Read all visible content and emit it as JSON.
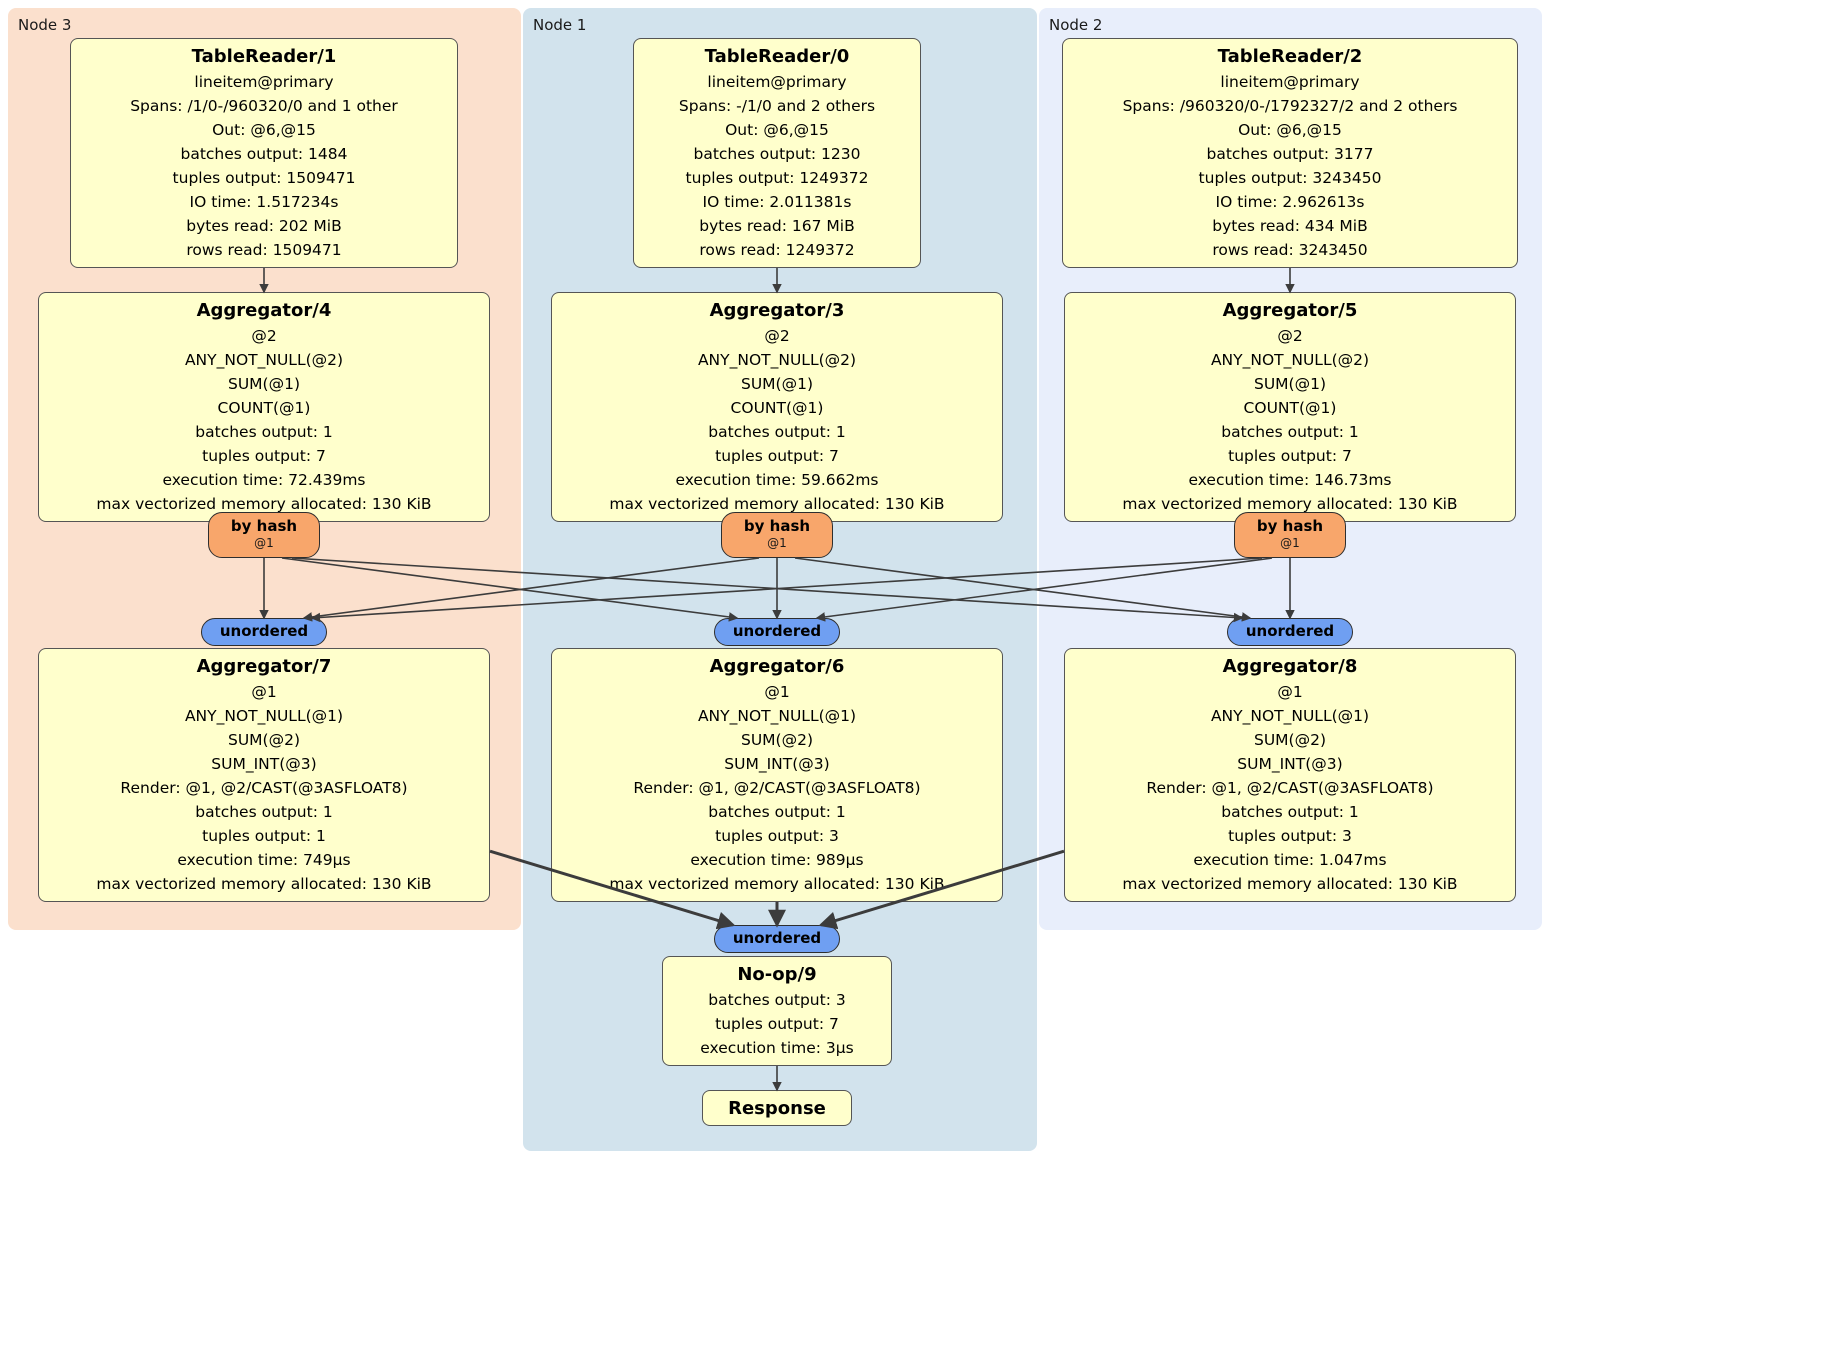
{
  "panels": {
    "node3": {
      "label": "Node 3"
    },
    "node1": {
      "label": "Node 1"
    },
    "node2": {
      "label": "Node 2"
    }
  },
  "boxes": {
    "tr1": {
      "title": "TableReader/1",
      "lines": [
        "lineitem@primary",
        "Spans: /1/0-/960320/0 and 1 other",
        "Out: @6,@15",
        "batches output: 1484",
        "tuples output: 1509471",
        "IO time: 1.517234s",
        "bytes read: 202 MiB",
        "rows read: 1509471"
      ]
    },
    "agg4": {
      "title": "Aggregator/4",
      "lines": [
        "@2",
        "ANY_NOT_NULL(@2)",
        "SUM(@1)",
        "COUNT(@1)",
        "batches output: 1",
        "tuples output: 7",
        "execution time: 72.439ms",
        "max vectorized memory allocated: 130 KiB"
      ]
    },
    "agg7": {
      "title": "Aggregator/7",
      "lines": [
        "@1",
        "ANY_NOT_NULL(@1)",
        "SUM(@2)",
        "SUM_INT(@3)",
        "Render: @1, @2/CAST(@3ASFLOAT8)",
        "batches output: 1",
        "tuples output: 1",
        "execution time: 749µs",
        "max vectorized memory allocated: 130 KiB"
      ]
    },
    "tr0": {
      "title": "TableReader/0",
      "lines": [
        "lineitem@primary",
        "Spans: -/1/0 and 2 others",
        "Out: @6,@15",
        "batches output: 1230",
        "tuples output: 1249372",
        "IO time: 2.011381s",
        "bytes read: 167 MiB",
        "rows read: 1249372"
      ]
    },
    "agg3": {
      "title": "Aggregator/3",
      "lines": [
        "@2",
        "ANY_NOT_NULL(@2)",
        "SUM(@1)",
        "COUNT(@1)",
        "batches output: 1",
        "tuples output: 7",
        "execution time: 59.662ms",
        "max vectorized memory allocated: 130 KiB"
      ]
    },
    "agg6": {
      "title": "Aggregator/6",
      "lines": [
        "@1",
        "ANY_NOT_NULL(@1)",
        "SUM(@2)",
        "SUM_INT(@3)",
        "Render: @1, @2/CAST(@3ASFLOAT8)",
        "batches output: 1",
        "tuples output: 3",
        "execution time: 989µs",
        "max vectorized memory allocated: 130 KiB"
      ]
    },
    "noop9": {
      "title": "No-op/9",
      "lines": [
        "batches output: 3",
        "tuples output: 7",
        "execution time: 3µs"
      ]
    },
    "response": {
      "title": "Response",
      "lines": []
    },
    "tr2": {
      "title": "TableReader/2",
      "lines": [
        "lineitem@primary",
        "Spans: /960320/0-/1792327/2 and 2 others",
        "Out: @6,@15",
        "batches output: 3177",
        "tuples output: 3243450",
        "IO time: 2.962613s",
        "bytes read: 434 MiB",
        "rows read: 3243450"
      ]
    },
    "agg5": {
      "title": "Aggregator/5",
      "lines": [
        "@2",
        "ANY_NOT_NULL(@2)",
        "SUM(@1)",
        "COUNT(@1)",
        "batches output: 1",
        "tuples output: 7",
        "execution time: 146.73ms",
        "max vectorized memory allocated: 130 KiB"
      ]
    },
    "agg8": {
      "title": "Aggregator/8",
      "lines": [
        "@1",
        "ANY_NOT_NULL(@1)",
        "SUM(@2)",
        "SUM_INT(@3)",
        "Render: @1, @2/CAST(@3ASFLOAT8)",
        "batches output: 1",
        "tuples output: 3",
        "execution time: 1.047ms",
        "max vectorized memory allocated: 130 KiB"
      ]
    }
  },
  "routers": {
    "byhash3": {
      "label": "by hash",
      "sub": "@1"
    },
    "byhash1": {
      "label": "by hash",
      "sub": "@1"
    },
    "byhash2": {
      "label": "by hash",
      "sub": "@1"
    }
  },
  "syncs": {
    "unordered3": {
      "label": "unordered"
    },
    "unordered1": {
      "label": "unordered"
    },
    "unordered2": {
      "label": "unordered"
    },
    "unorderedF": {
      "label": "unordered"
    }
  },
  "edges": [
    {
      "from": "tr1",
      "to": "agg4"
    },
    {
      "from": "tr0",
      "to": "agg3"
    },
    {
      "from": "tr2",
      "to": "agg5"
    },
    {
      "from": "byhash3",
      "to": "unordered3"
    },
    {
      "from": "byhash3",
      "to": "unordered1",
      "sdx": 18,
      "tdx": -40
    },
    {
      "from": "byhash3",
      "to": "unordered2",
      "sdx": 28,
      "tdx": -48
    },
    {
      "from": "byhash1",
      "to": "unordered3",
      "sdx": -18,
      "tdx": 40
    },
    {
      "from": "byhash1",
      "to": "unordered1"
    },
    {
      "from": "byhash1",
      "to": "unordered2",
      "sdx": 18,
      "tdx": -40
    },
    {
      "from": "byhash2",
      "to": "unordered3",
      "sdx": -28,
      "tdx": 48
    },
    {
      "from": "byhash2",
      "to": "unordered1",
      "sdx": -18,
      "tdx": 40
    },
    {
      "from": "byhash2",
      "to": "unordered2"
    },
    {
      "from": "agg7",
      "to": "unorderedF",
      "fromAnchor": "right-lower",
      "toAnchor": "top-left",
      "thick": true
    },
    {
      "from": "agg6",
      "to": "unorderedF",
      "thick": true
    },
    {
      "from": "agg8",
      "to": "unorderedF",
      "fromAnchor": "left-lower",
      "toAnchor": "top-right",
      "thick": true
    },
    {
      "from": "noop9",
      "to": "response"
    }
  ],
  "colors": {
    "panel_node3": "#fbe0cd",
    "panel_node1": "#d2e3ed",
    "panel_node2": "#e8eefb",
    "box_fill": "#ffffcc",
    "router_fill": "#f8a66b",
    "sync_fill": "#6f9ff2",
    "edge": "#3c3c3c"
  }
}
